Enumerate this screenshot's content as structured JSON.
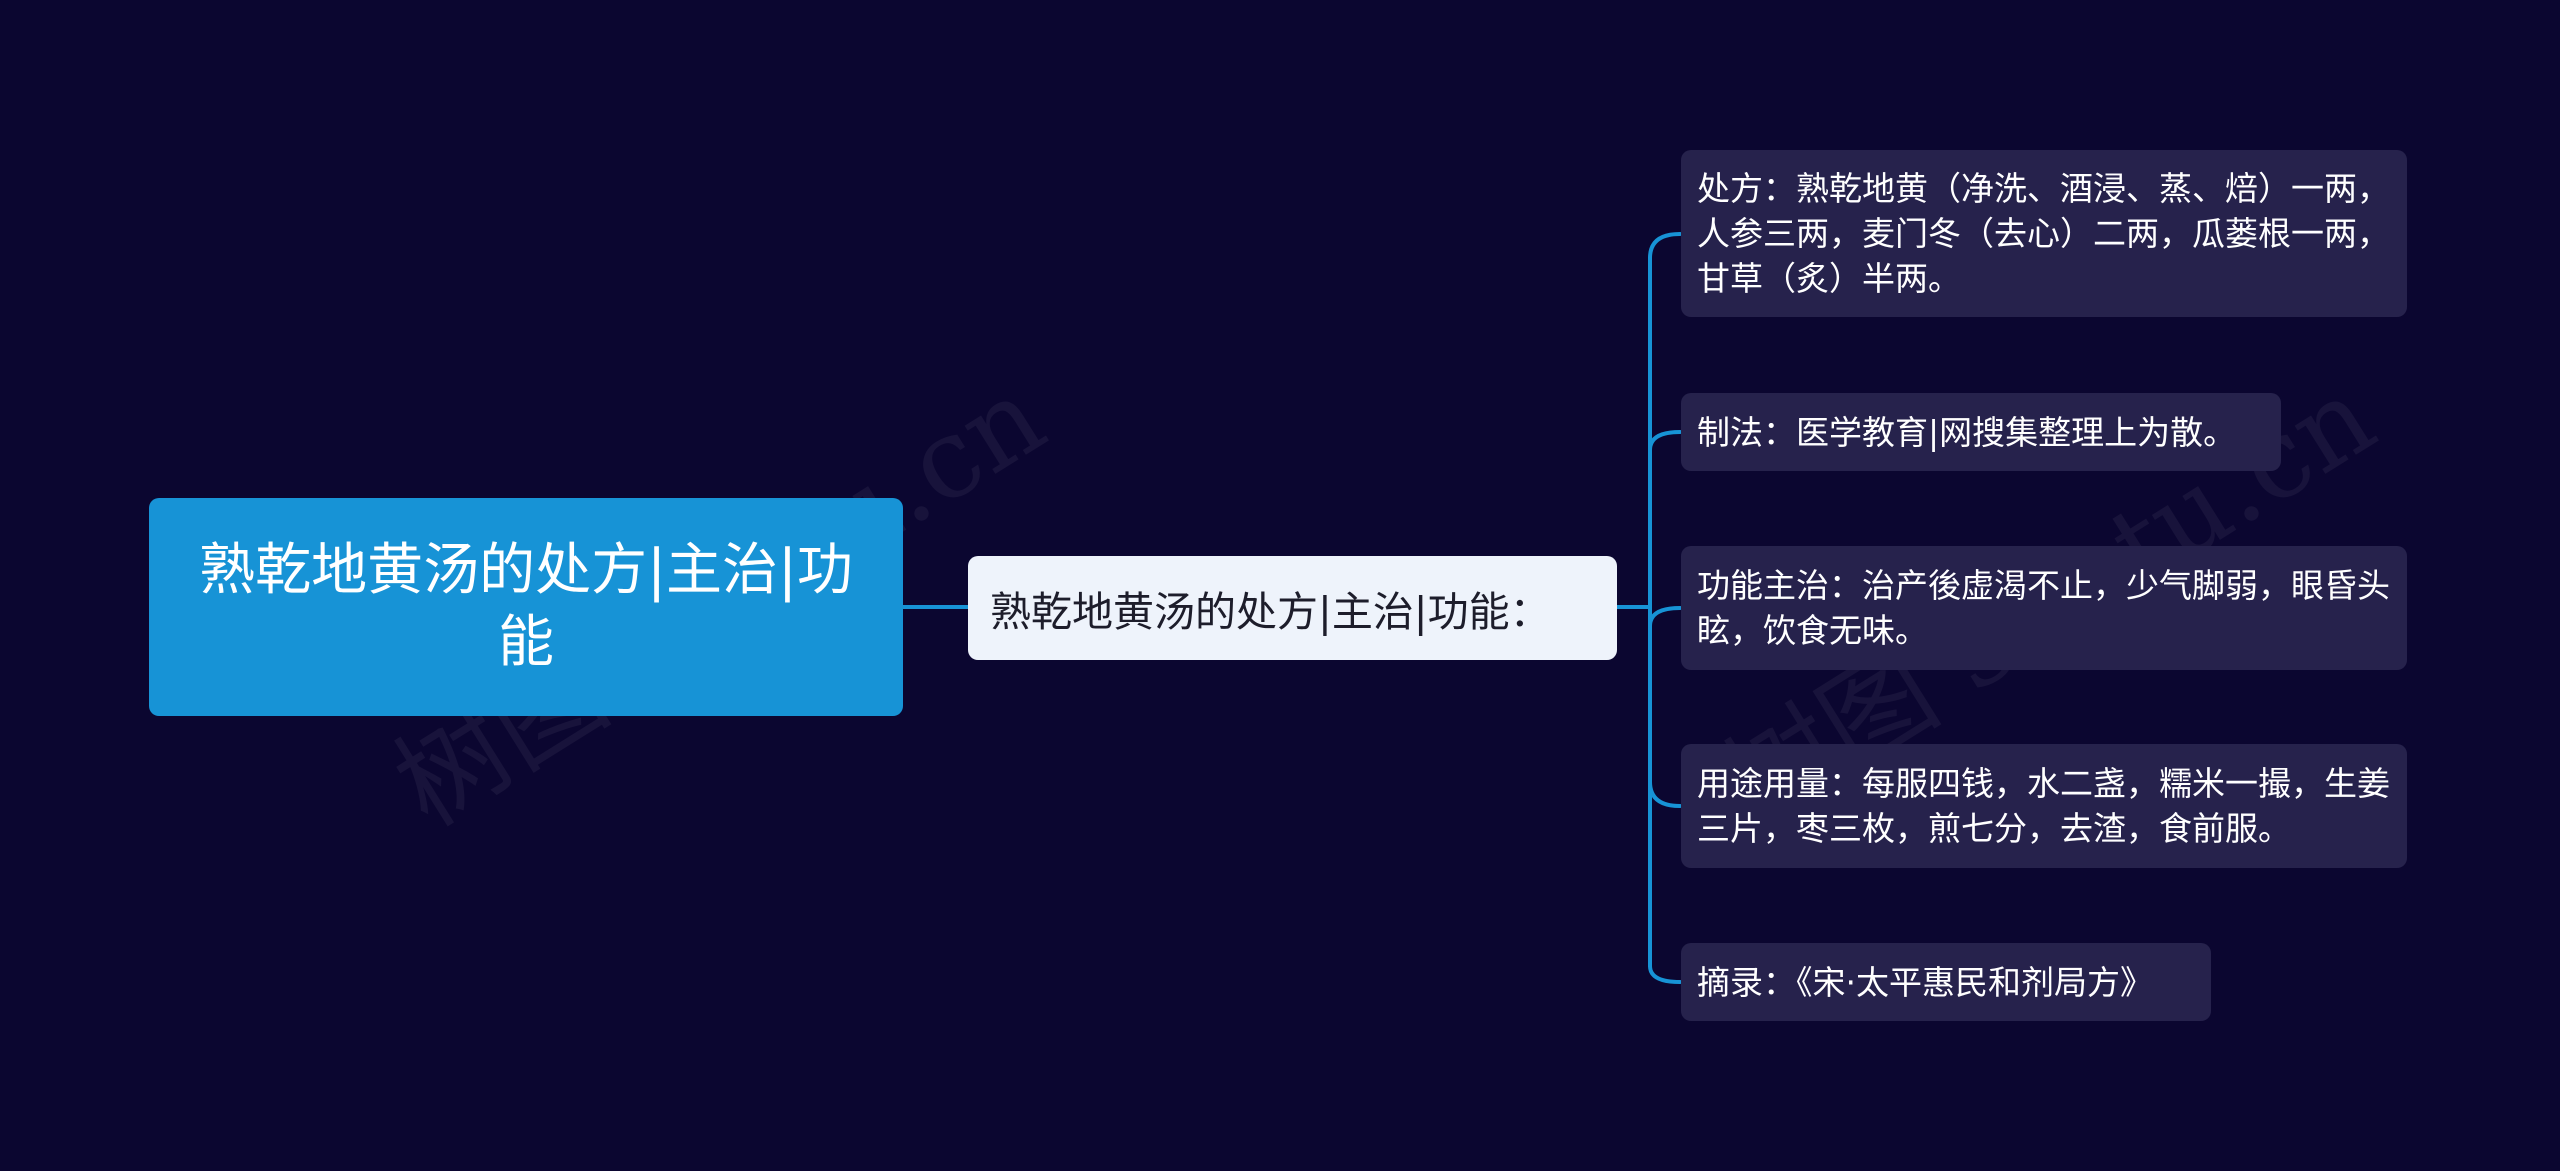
{
  "root": {
    "label": "熟乾地黄汤的处方|主治|功能"
  },
  "center": {
    "label": "熟乾地黄汤的处方|主治|功能："
  },
  "branches": [
    {
      "text": "处方：熟乾地黄（净洗、酒浸、蒸、焙）一两，人参三两，麦门冬（去心）二两，瓜蒌根一两，甘草（炙）半两。"
    },
    {
      "text": "制法：医学教育|网搜集整理上为散。"
    },
    {
      "text": "功能主治：治产後虚渴不止，少气脚弱，眼昏头眩，饮食无味。"
    },
    {
      "text": "用途用量：每服四钱，水二盏，糯米一撮，生姜三片，枣三枚，煎七分，去渣，食前服。"
    },
    {
      "text": "摘录：《宋·太平惠民和剂局方》"
    }
  ],
  "watermark": {
    "text": "树图 shutu.cn"
  },
  "colors": {
    "background": "#0b0630",
    "root_fill": "#1793d6",
    "center_fill": "#eef3fb",
    "leaf_fill": "#26224c",
    "connector": "#1793d6"
  }
}
